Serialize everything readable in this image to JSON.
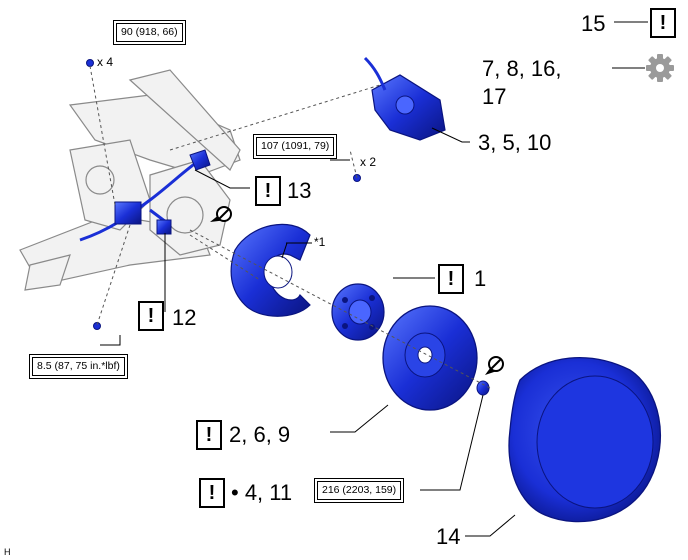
{
  "callouts": {
    "c15": "15",
    "c7_8_16_17_line1": "7, 8, 16,",
    "c7_8_16_17_line2": "17",
    "c3_5_10": "3, 5, 10",
    "c13": "13",
    "c1": "1",
    "c12": "12",
    "c2_6_9": "2, 6, 9",
    "c4_11": "• 4, 11",
    "c14": "14",
    "star1": "*1",
    "x4": "x 4",
    "x2": "x 2",
    "corner": "H"
  },
  "torques": {
    "t90": "90 (918, 66)",
    "t107": "107 (1091, 79)",
    "t85": "8.5 (87, 75 in.*lbf)",
    "t216": "216 (2203, 159)"
  },
  "warn_symbol": "!",
  "icons": [
    "warning-box-icon",
    "gear-icon",
    "no-reuse-icon"
  ],
  "colors": {
    "part_blue": "#1a2fd6",
    "part_blue_light": "#4a66ff",
    "line": "#000000",
    "grey": "#b8b8b8"
  }
}
